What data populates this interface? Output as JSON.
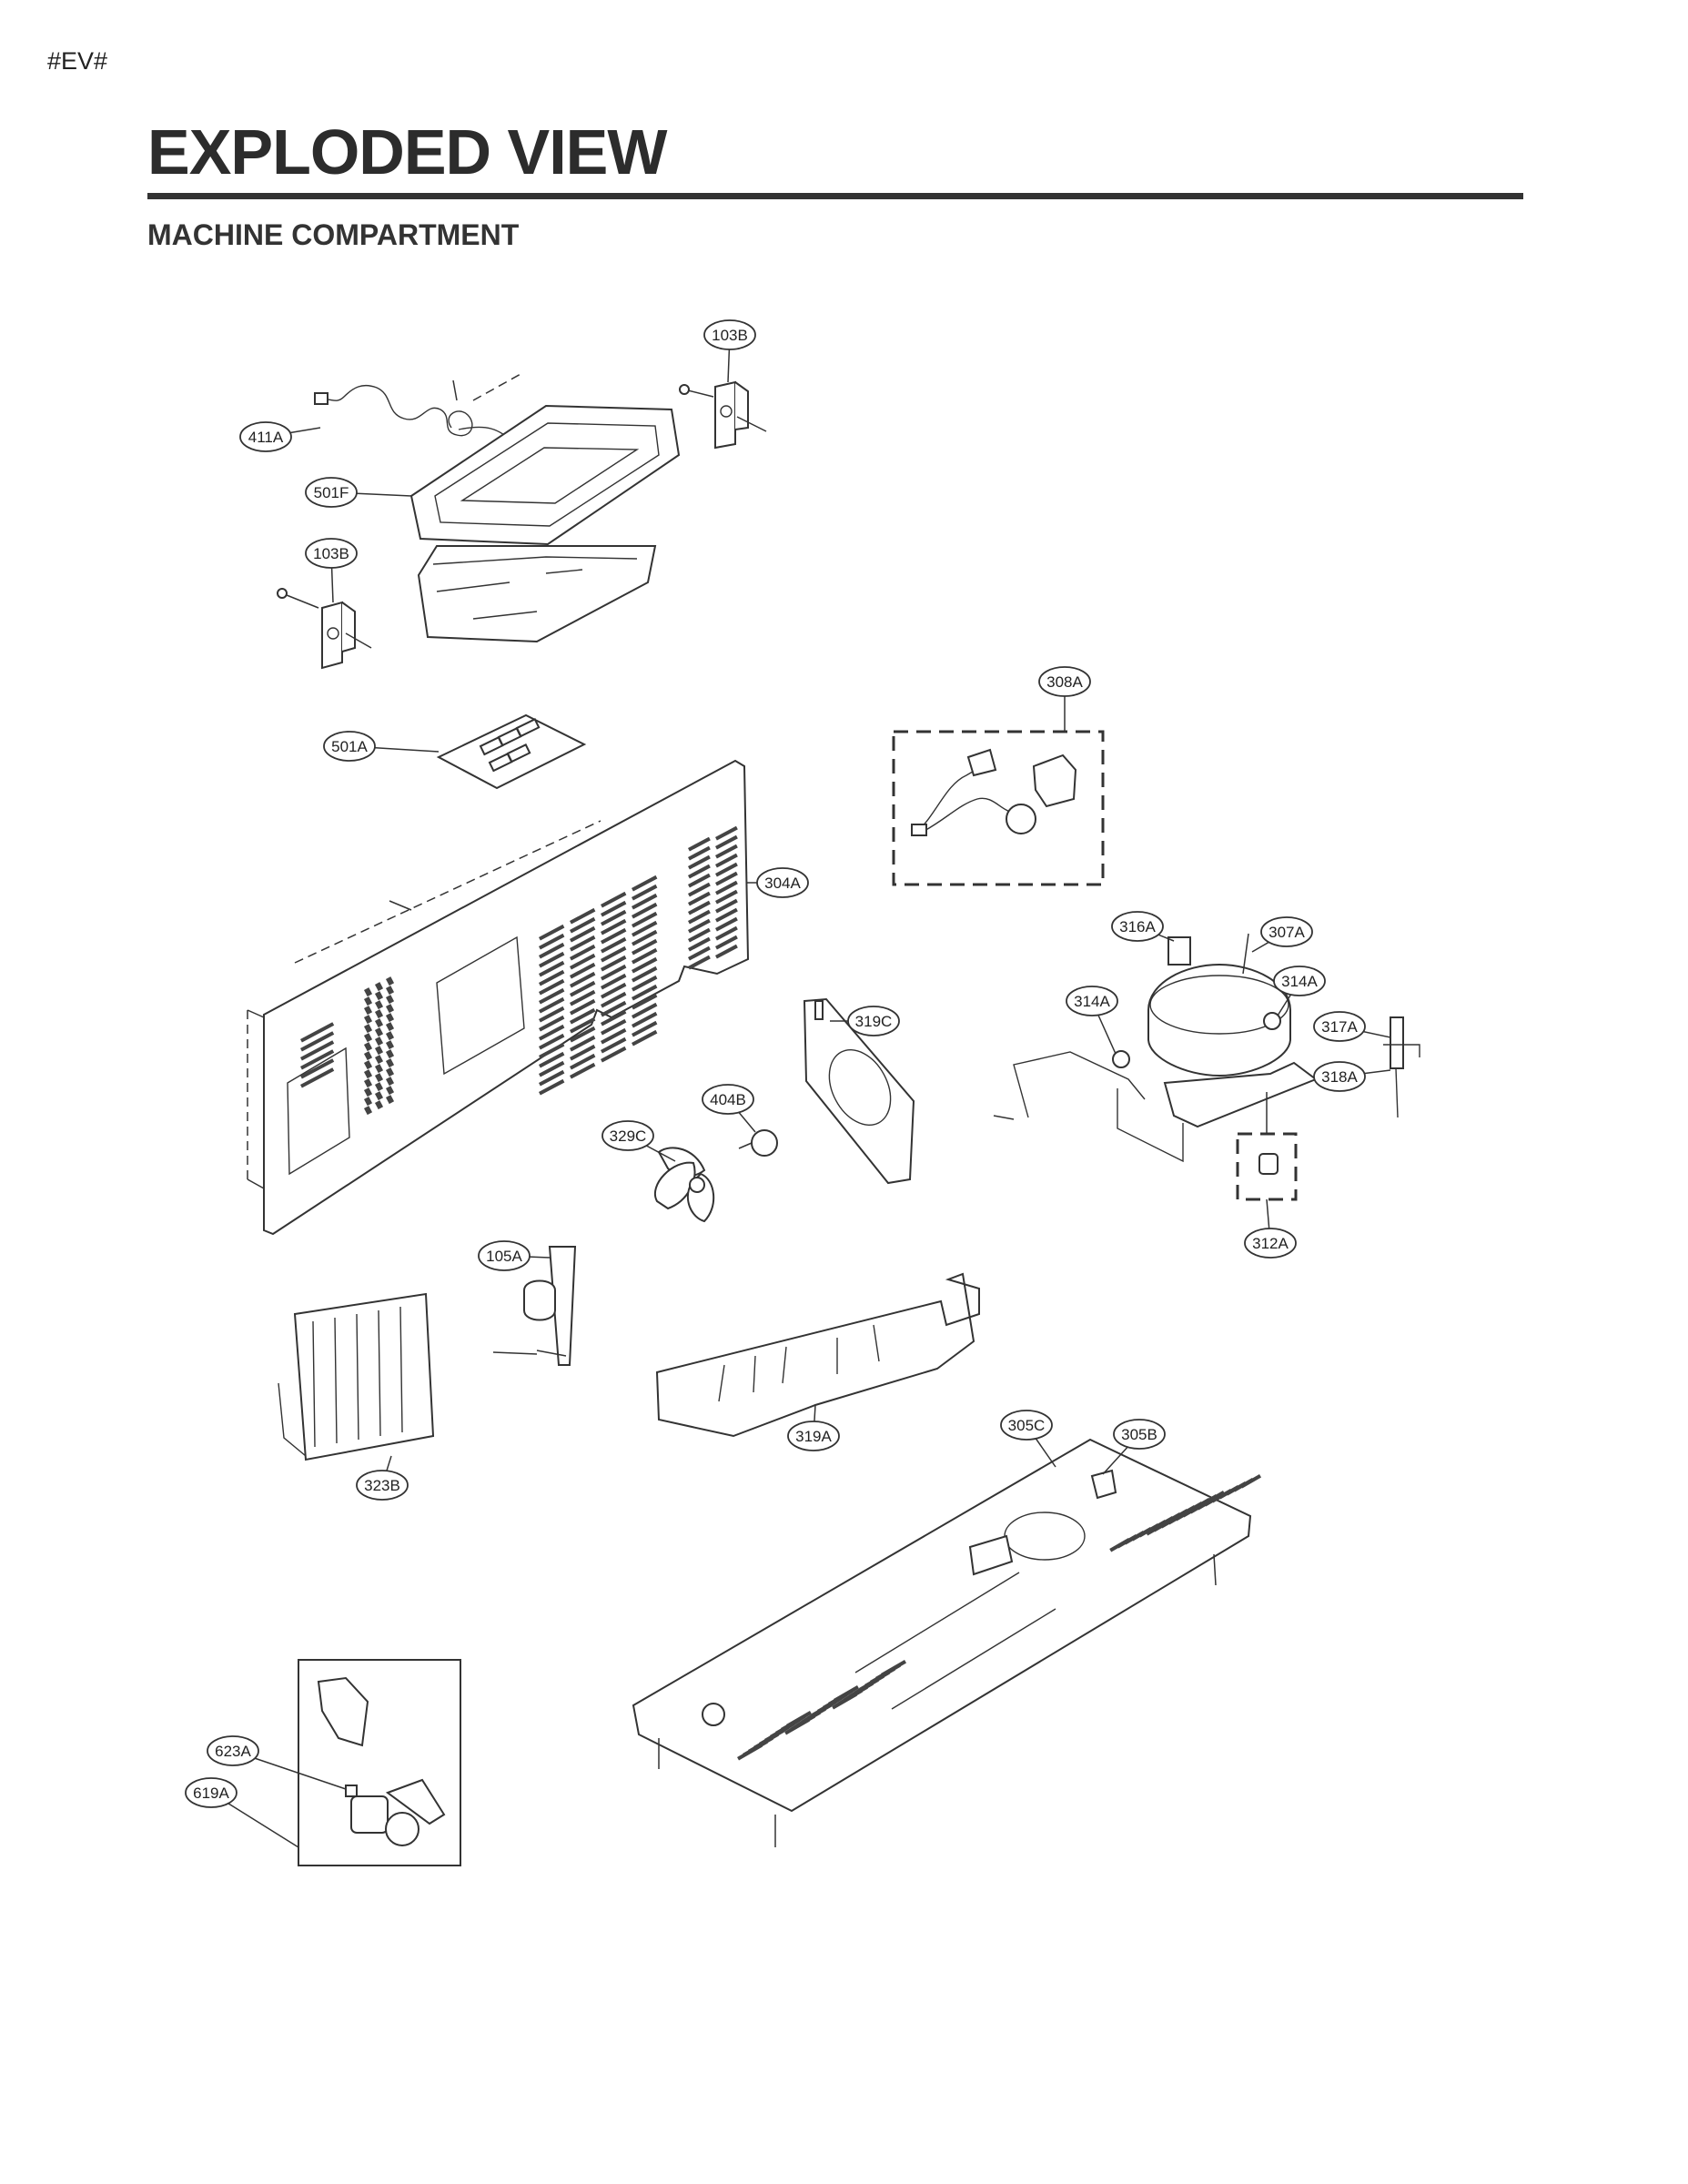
{
  "page": {
    "tag": "#EV#",
    "title": "EXPLODED VIEW",
    "subtitle": "MACHINE COMPARTMENT"
  },
  "callouts": {
    "c103B_top": "103B",
    "c411A": "411A",
    "c501F": "501F",
    "c103B_left": "103B",
    "c308A": "308A",
    "c501A": "501A",
    "c304A": "304A",
    "c316A": "316A",
    "c307A": "307A",
    "c314A_right": "314A",
    "c314A_left": "314A",
    "c319C": "319C",
    "c317A": "317A",
    "c404B": "404B",
    "c318A": "318A",
    "c329C": "329C",
    "c312A": "312A",
    "c105A": "105A",
    "c319A": "319A",
    "c305C": "305C",
    "c305B": "305B",
    "c323B": "323B",
    "c623A": "623A",
    "c619A": "619A"
  }
}
